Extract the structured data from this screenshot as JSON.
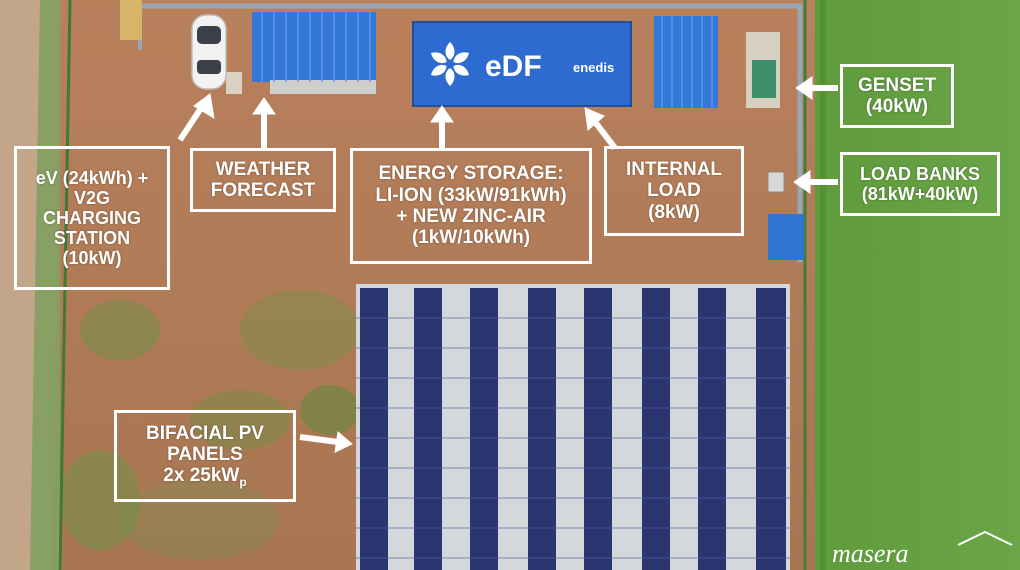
{
  "labels": {
    "ev": [
      "eV (24kWh) +",
      "V2G",
      "CHARGING",
      "STATION",
      "(10kW)"
    ],
    "weather": [
      "WEATHER",
      "FORECAST"
    ],
    "storage": [
      "ENERGY STORAGE:",
      "LI-ION (33kW/91kWh)",
      "+ NEW ZINC-AIR",
      "(1kW/10kWh)"
    ],
    "internal": [
      "INTERNAL",
      "LOAD",
      "(8kW)"
    ],
    "genset": [
      "GENSET",
      "(40kW)"
    ],
    "loadbanks": [
      "LOAD BANKS",
      "(81kW+40kW)"
    ],
    "pv": [
      "BIFACIAL PV",
      "PANELS"
    ],
    "pv_rating": {
      "prefix": "2x 25kW",
      "subscript": "p"
    }
  },
  "container_logos": {
    "edf": "eDF",
    "enedis": "enedis"
  },
  "watermark": "masera",
  "colors": {
    "field_green": "#5e9a3e",
    "soil": "#b07a55",
    "container_blue": "#2f6fd0",
    "panel_blue": "#2a3570",
    "label_white": "#ffffff"
  }
}
